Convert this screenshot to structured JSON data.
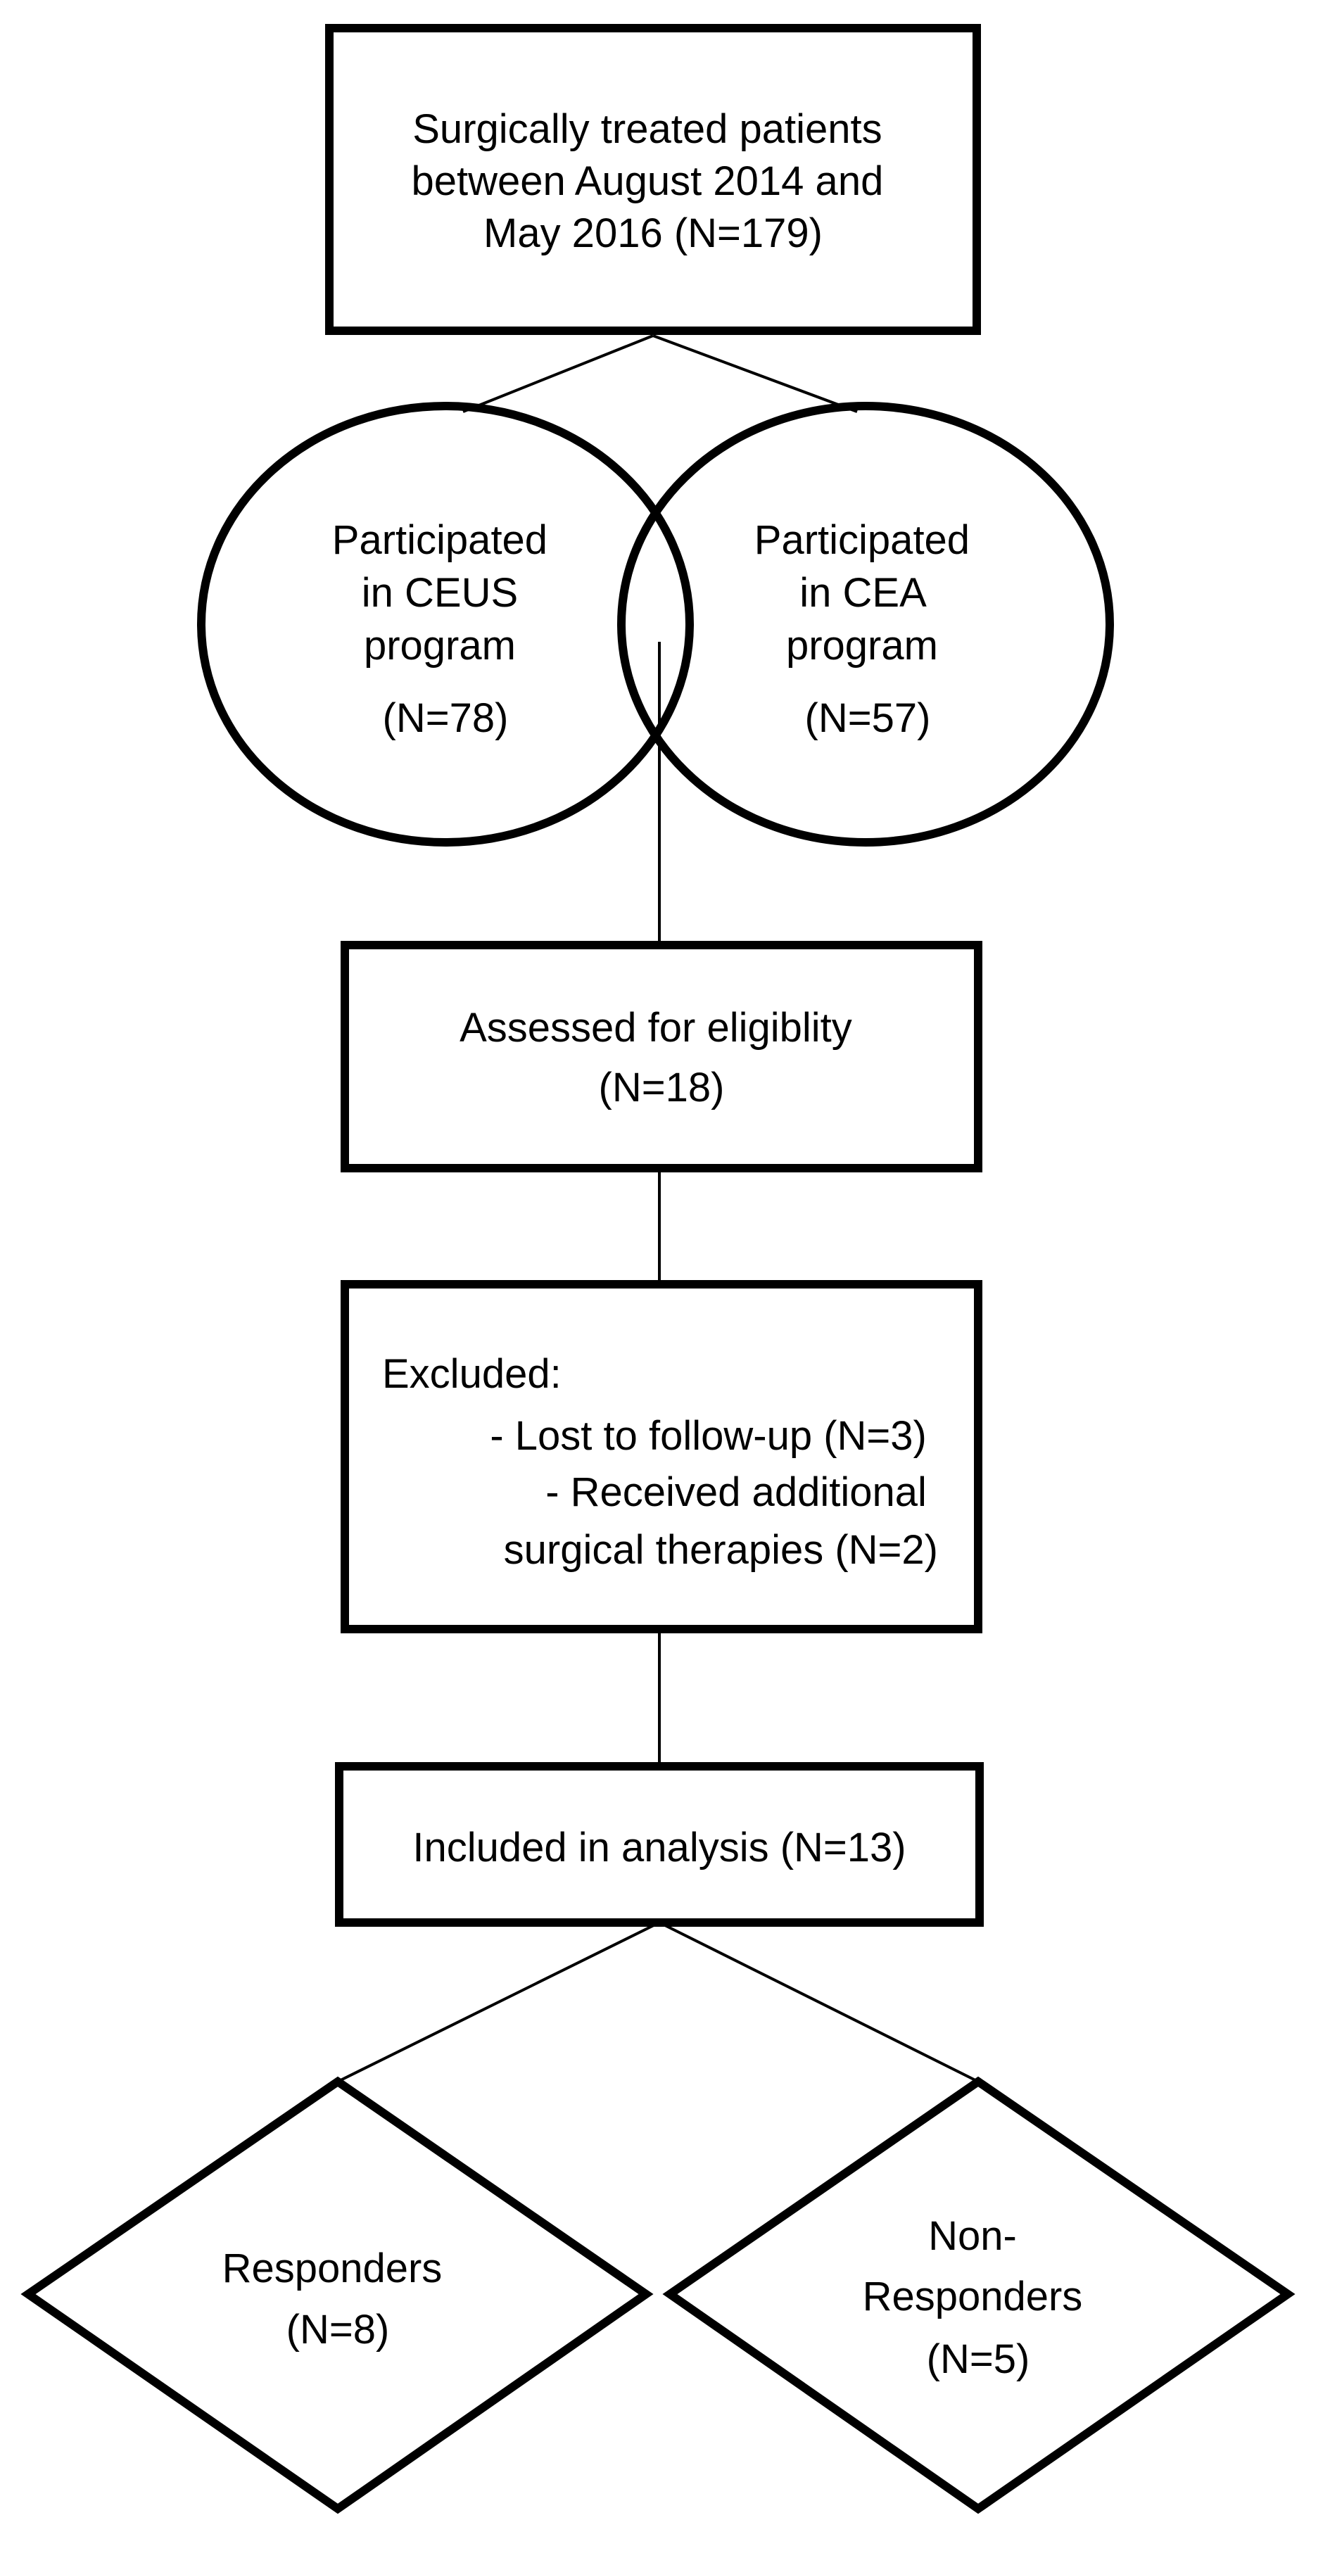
{
  "top_box": {
    "line1": "Surgically treated patients",
    "line2": "between August 2014 and",
    "line3": "May 2016 (N=179)"
  },
  "ceus_circle": {
    "line1": "Participated",
    "line2": "in CEUS",
    "line3": "program",
    "line4": "(N=78)"
  },
  "cea_circle": {
    "line1": "Participated",
    "line2": "in CEA",
    "line3": "program",
    "line4": "(N=57)"
  },
  "eligibility_box": {
    "line1": "Assessed for eligiblity",
    "line2": "(N=18)"
  },
  "excluded_box": {
    "heading": "Excluded:",
    "line1": "- Lost to follow-up (N=3)",
    "line2": "- Received additional",
    "line3": "surgical therapies (N=2)"
  },
  "analysis_box": {
    "line1": "Included in analysis (N=13)"
  },
  "responders": {
    "line1": "Responders",
    "line2": "(N=8)"
  },
  "non_responders": {
    "line1": "Non-",
    "line2": "Responders",
    "line3": "(N=5)"
  }
}
